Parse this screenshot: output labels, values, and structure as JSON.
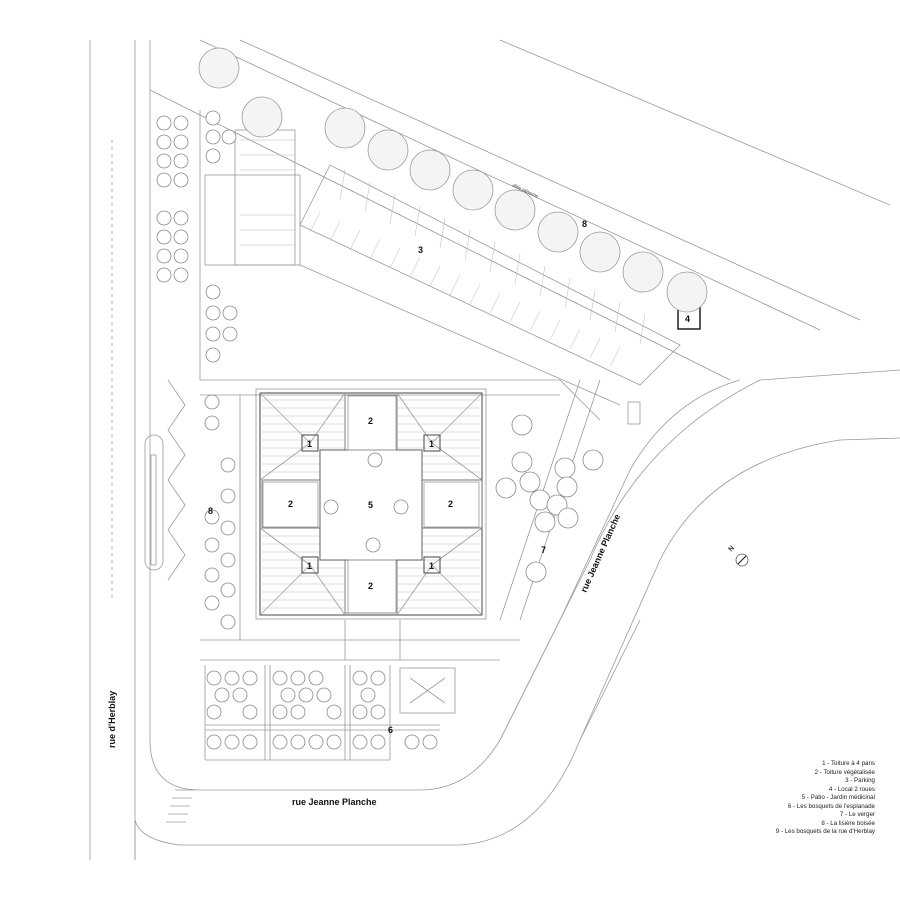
{
  "streets": {
    "herblay": "rue d'Herblay",
    "jeanne_planche_south": "rue Jeanne Planche",
    "jeanne_planche_east": "rue Jeanne Planche",
    "allee": "allée piétonne"
  },
  "zone_labels": {
    "parking": "3",
    "lisiere_top": "8",
    "lisiere_left": "8",
    "local_2_roues": "4",
    "patio": "5",
    "bosquets_esplanade": "6",
    "verger": "7",
    "roof_4_pans": "1",
    "roof_vegetal": "2"
  },
  "north_arrow": "N",
  "legend": [
    "1 - Toiture à 4 pans",
    "2 - Toiture végétalisée",
    "3 - Parking",
    "4 - Local 2 roues",
    "5 - Patio - Jardin médicinal",
    "6 - Les bosquets de l'esplanade",
    "7 - Le verger",
    "8 - La lisière boisée",
    "9 - Les bosquets de la rue d'Herblay"
  ]
}
